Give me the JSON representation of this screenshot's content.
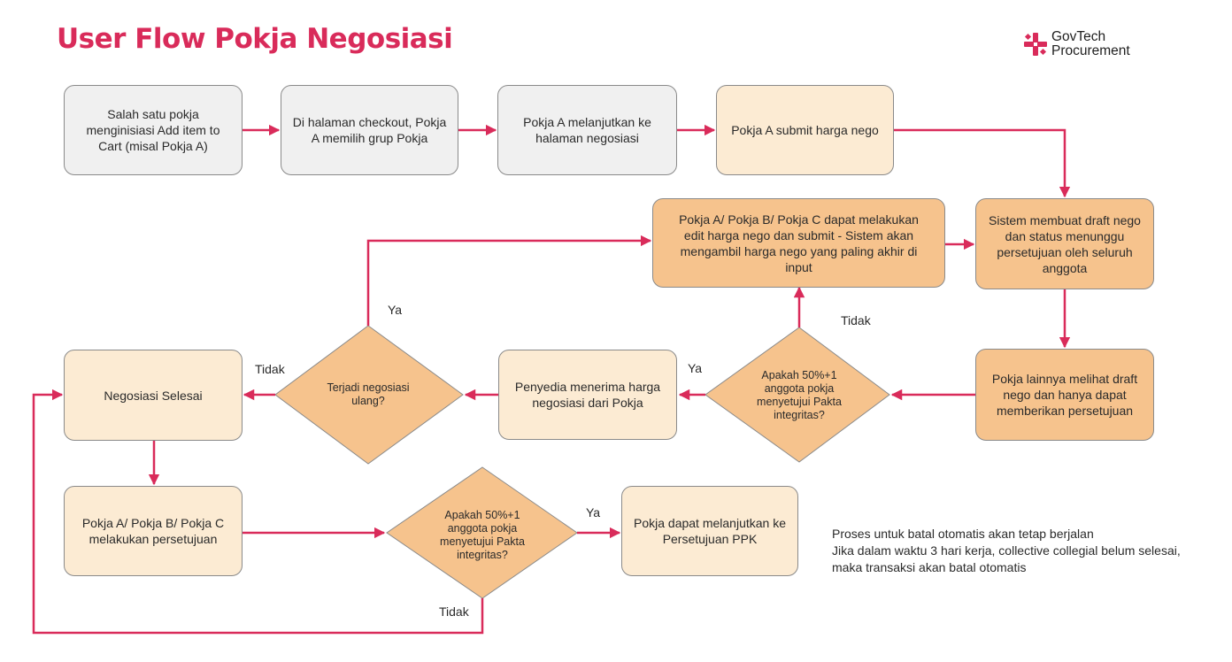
{
  "title": "User Flow Pokja Negosiasi",
  "brand": {
    "line1": "GovTech",
    "line2": "Procurement",
    "icon": "govtech-logo-icon"
  },
  "colors": {
    "accent": "#d92b5a",
    "node_grey": "#f0f0f0",
    "node_light": "#fcebd3",
    "node_dark": "#f6c38d"
  },
  "nodes": {
    "add_item": "Salah satu pokja menginisiasi Add item to Cart (misal Pokja A)",
    "checkout": "Di halaman checkout, Pokja A memilih grup Pokja",
    "to_nego": "Pokja A melanjutkan ke halaman negosiasi",
    "submit": "Pokja A  submit harga nego",
    "draft": "Sistem membuat draft nego dan status menunggu persetujuan oleh seluruh anggota",
    "view_draft": "Pokja lainnya melihat draft nego dan hanya dapat memberikan persetujuan",
    "edit": "Pokja A/ Pokja B/ Pokja C dapat melakukan edit harga nego dan submit - Sistem akan mengambil harga nego yang paling akhir di input",
    "vendor": "Penyedia menerima harga negosiasi dari Pokja",
    "done": "Negosiasi Selesai",
    "approve": "Pokja A/ Pokja B/ Pokja C melakukan persetujuan",
    "ppk": "Pokja dapat melanjutkan ke Persetujuan PPK"
  },
  "decisions": {
    "vote1": "Apakah 50%+1 anggota pokja menyetujui Pakta integritas?",
    "renego": "Terjadi negosiasi ulang?",
    "vote2": "Apakah 50%+1 anggota pokja menyetujui Pakta integritas?"
  },
  "labels": {
    "ya": "Ya",
    "tidak": "Tidak"
  },
  "note": {
    "line1": "Proses untuk batal otomatis akan tetap berjalan",
    "line2": "Jika dalam waktu 3 hari kerja, collective collegial belum selesai,",
    "line3": "maka transaksi akan batal otomatis"
  }
}
